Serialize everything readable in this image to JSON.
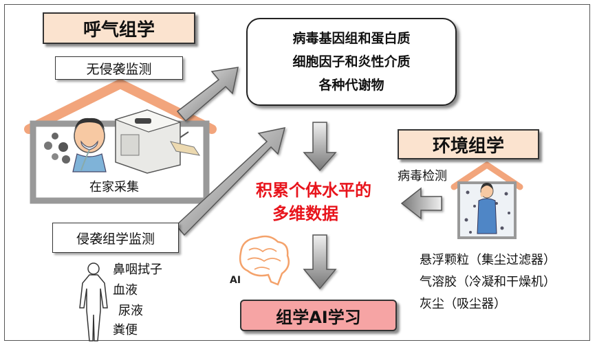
{
  "breath_omics": {
    "title": "呼气组学",
    "noninvasive": "无侵袭监测",
    "home_collect": "在家采集"
  },
  "invasive": {
    "title": "侵袭组学监测",
    "samples": [
      "鼻咽拭子",
      "血液",
      "尿液",
      "粪便"
    ]
  },
  "targets": {
    "lines": [
      "病毒基因组和蛋白质",
      "细胞因子和炎性介质",
      "各种代谢物"
    ]
  },
  "environment": {
    "title": "环境组学",
    "virus_detect": "病毒检测",
    "sources": [
      "悬浮颗粒（集尘过滤器）",
      "气溶胶（冷凝和干燥机）",
      "灰尘（吸尘器）"
    ]
  },
  "center": {
    "line1": "积累个体水平的",
    "line2": "多维数据"
  },
  "ai": {
    "icon_label": "AI",
    "learning": "组学AI学习"
  },
  "colors": {
    "peach": "#fbe3cf",
    "house_roof": "#f2a57c",
    "center_text": "#e8141c",
    "ai_box": "#f6a4a4",
    "brain": "#f4a26b"
  }
}
